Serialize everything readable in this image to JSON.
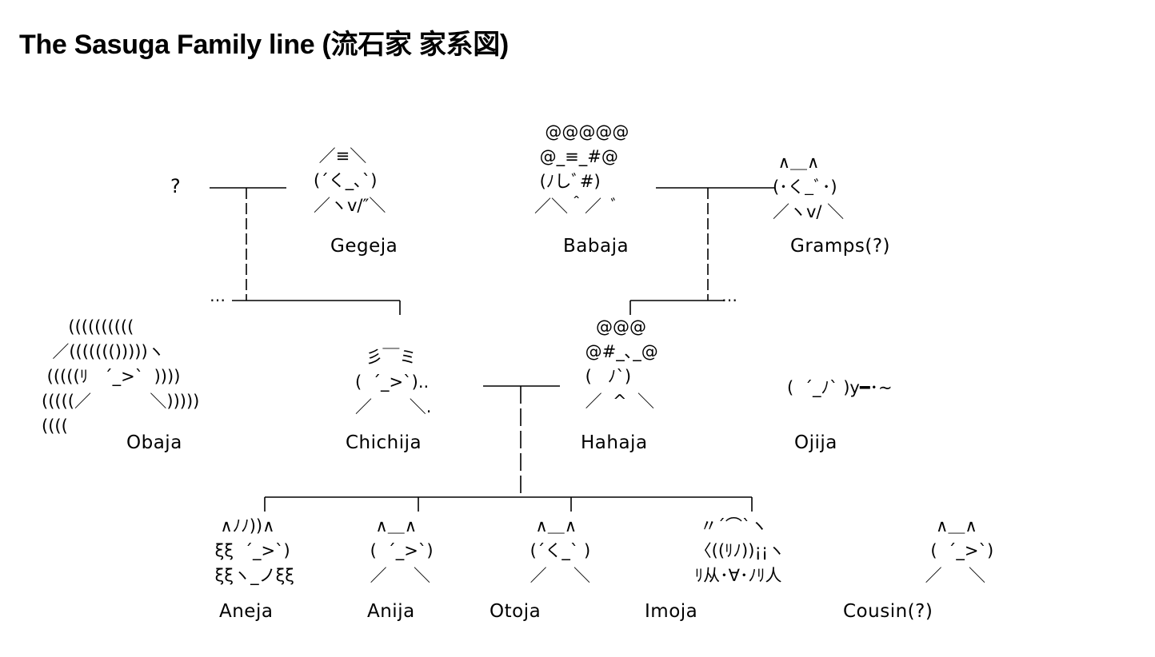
{
  "title": "The Sasuga Family line (流石家 家系図)",
  "unknown_parent": "?",
  "ellipsis": "…",
  "members": {
    "gegeja": {
      "label": "Gegeja",
      "art": " ／≡＼\n(´く_､`)\n／ヽv/″＼"
    },
    "babaja": {
      "label": "Babaja",
      "art": "  @@@@@\n @_≡_#@\n (ﾉしﾞ#)\n／＼＾／  ﾞ"
    },
    "gramps": {
      "label": "Gramps(?)",
      "art": " ∧＿∧\n(･く_ﾞ･)\n／ヽv/ ＼"
    },
    "obaja": {
      "label": "Obaja",
      "art": "     ((((((((((\n  ／((((((()))))ヽ\n (((((ﾘ   ´_>`  ))))\n(((((／           ＼)))))\n(((("
    },
    "chichija": {
      "label": "Chichija",
      "art": "  彡￣ミ\n(  ´_>`)..\n／       ＼."
    },
    "hahaja": {
      "label": "Hahaja",
      "art": "   @@@\n @#_､_@\n (   ﾉ`)\n ／  ^  ＼"
    },
    "ojija": {
      "label": "Ojija",
      "art": "(  ´_ﾉ` )y━･~"
    },
    "aneja": {
      "label": "Aneja",
      "art": "  ∧ﾉﾉ))∧\n ξξ  ´_>`)\n ξξヽ_ノξξ"
    },
    "anija": {
      "label": "Anija",
      "art": "  ∧＿∧\n (  ´_>`)\n ／     ＼"
    },
    "otoja": {
      "label": "Otoja",
      "art": "  ∧＿∧\n (´く_` )\n ／     ＼"
    },
    "imoja": {
      "label": "Imoja",
      "art": "  〃´⌒`ヽ\n 〈((ﾘﾉ))¡¡ヽ\n ﾘ从･∀･ﾉﾘ人"
    },
    "cousin": {
      "label": "Cousin(?)",
      "art": "   ∧＿∧\n  (  ´_>`)\n ／     ＼"
    }
  }
}
